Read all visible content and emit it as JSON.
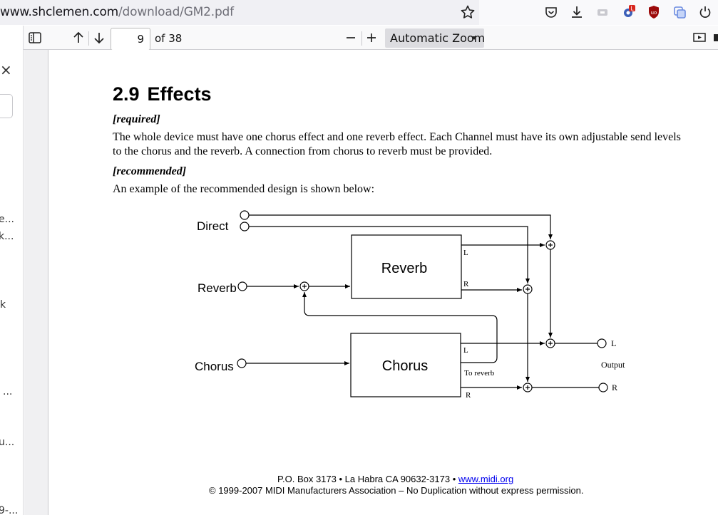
{
  "browser": {
    "url_host": "www.shclemen.com",
    "url_path": "/download/GM2.pdf",
    "icons": [
      "bookmark-star-icon",
      "pocket-icon",
      "downloads-icon",
      "extension-icon",
      "extension-icon",
      "ublock-icon",
      "extension-icon",
      "power-icon"
    ],
    "badge": "L"
  },
  "sidebar": {
    "close_glyph": "×",
    "snippets": [
      "e...",
      "k...",
      "k",
      "...",
      "u...",
      "9-..."
    ]
  },
  "pdf_toolbar": {
    "page_number": "9",
    "of_pages": "of 38",
    "zoom_value": "Automatic Zoom"
  },
  "document": {
    "section_number": "2.9",
    "section_title": "Effects",
    "required_label": "[required]",
    "required_text": "The whole device must have one chorus effect and one reverb effect. Each Channel must have its own adjustable send levels to the chorus and the reverb. A connection from chorus to reverb must be provided.",
    "recommended_label": "[recommended]",
    "recommended_text": "An example of the recommended design is shown below:",
    "footer_address": "P.O. Box 3173 • La Habra CA 90632-3173 • ",
    "footer_link": "www.midi.org",
    "footer_copyright": "© 1999-2007 MIDI Manufacturers Association – No Duplication without express permission."
  },
  "diagram": {
    "direct_label": "Direct",
    "reverb_input_label": "Reverb",
    "chorus_input_label": "Chorus",
    "reverb_box_label": "Reverb",
    "chorus_box_label": "Chorus",
    "reverb_l": "L",
    "reverb_r": "R",
    "chorus_l": "L",
    "chorus_r": "R",
    "to_reverb": "To reverb",
    "out_l": "L",
    "out_r": "R",
    "output_label": "Output"
  }
}
